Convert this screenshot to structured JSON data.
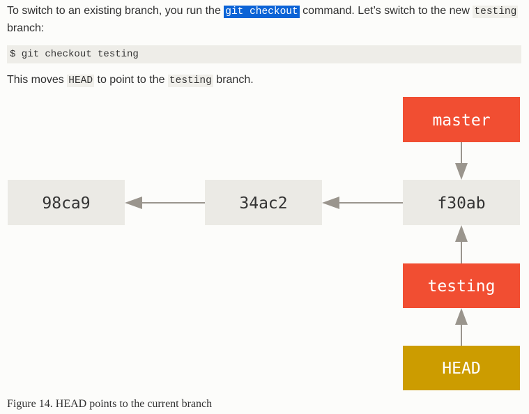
{
  "intro": {
    "text_before": "To switch to an existing branch, you run the ",
    "command_selected": "git checkout",
    "text_middle": " command. Let’s switch to the new ",
    "branch_code": "testing",
    "text_line2": "branch:"
  },
  "code_block": "$ git checkout testing",
  "moves": {
    "text_before": "This moves ",
    "head_code": "HEAD",
    "text_middle": " to point to the ",
    "branch_code": "testing",
    "text_after": " branch."
  },
  "diagram": {
    "commits": [
      "98ca9",
      "34ac2",
      "f30ab"
    ],
    "branches": {
      "master": "master",
      "testing": "testing",
      "head": "HEAD"
    },
    "colors": {
      "commit_fill": "#ebeae5",
      "branch_fill": "#f14e32",
      "head_fill": "#cc9c00",
      "arrow": "#9a958d",
      "commit_text": "#333333",
      "branch_text": "#ffffff"
    }
  },
  "caption": "Figure 14. HEAD points to the current branch"
}
